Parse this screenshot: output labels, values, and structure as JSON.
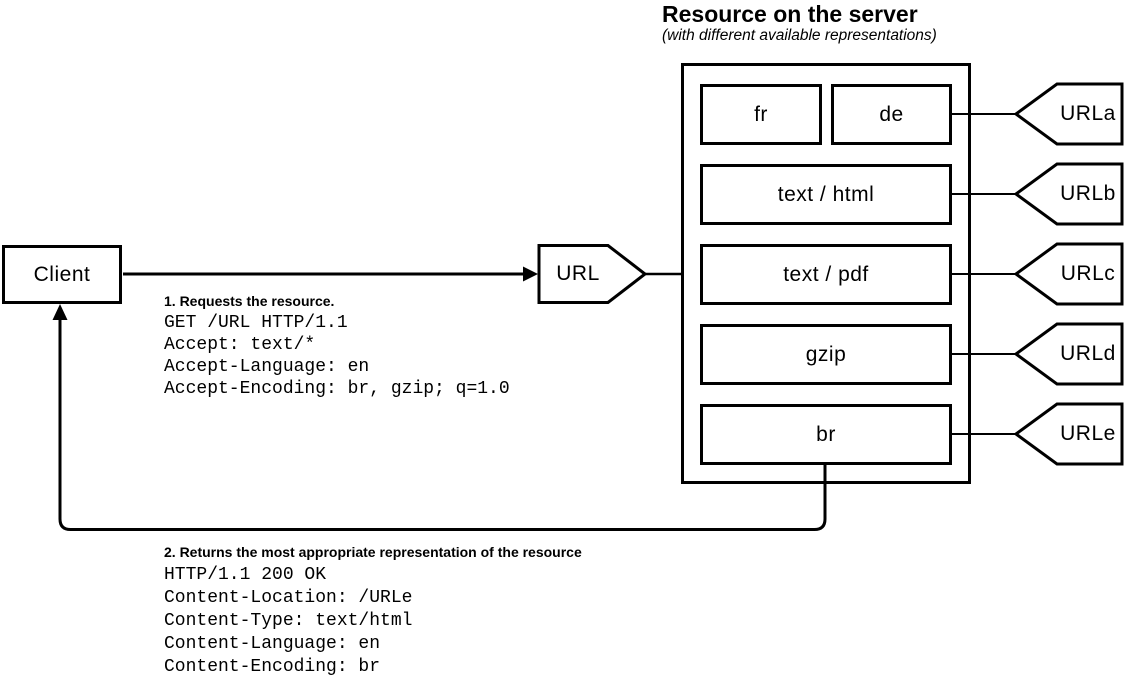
{
  "colors": {
    "ink": "#000000",
    "background": "#ffffff"
  },
  "server": {
    "title": "Resource on the server",
    "subtitle": "(with different available representations)",
    "boxes": [
      {
        "label": "fr"
      },
      {
        "label": "de"
      },
      {
        "label": "text / html"
      },
      {
        "label": "text / pdf"
      },
      {
        "label": "gzip"
      },
      {
        "label": "br"
      }
    ],
    "url_tags": [
      {
        "label": "URLa"
      },
      {
        "label": "URLb"
      },
      {
        "label": "URLc"
      },
      {
        "label": "URLd"
      },
      {
        "label": "URLe"
      }
    ]
  },
  "client": {
    "label": "Client"
  },
  "url_node": {
    "label": "URL"
  },
  "request": {
    "heading": "1. Requests the resource.",
    "lines": [
      "GET /URL HTTP/1.1",
      "Accept: text/*",
      "Accept-Language: en",
      "Accept-Encoding: br, gzip; q=1.0"
    ]
  },
  "response": {
    "heading": "2. Returns the most appropriate representation of the resource",
    "lines": [
      "HTTP/1.1 200 OK",
      "Content-Location: /URLe",
      "Content-Type: text/html",
      "Content-Language: en",
      "Content-Encoding: br"
    ]
  }
}
